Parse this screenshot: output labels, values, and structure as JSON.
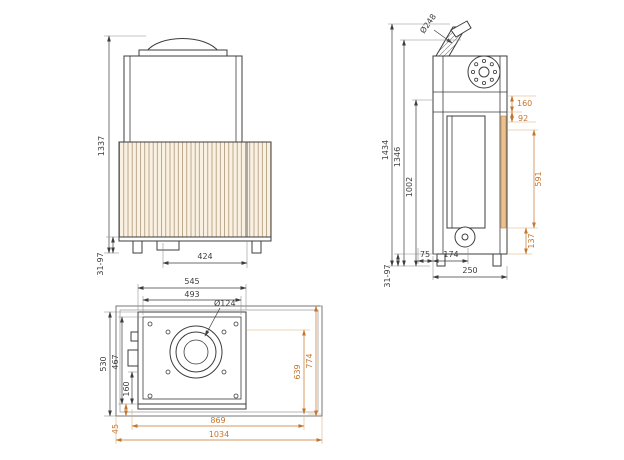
{
  "drawing": {
    "type": "technical-drawing",
    "subject": "corner fireplace insert - three orthographic views with dimensions (mm)",
    "colors": {
      "line": "#3d3d3d",
      "dimension": "#3d3d3d",
      "dimension_accent": "#c4752c",
      "panel_fill": "#faf1e2",
      "accent_strip": "#efc089"
    },
    "front_view": {
      "height_total": "1337",
      "foot_adjust_range": "31-97",
      "width": "424"
    },
    "side_view": {
      "flue_diameter": "Ø248",
      "height_overall": "1434",
      "height_body": "1346",
      "height_mid": "1002",
      "top_offset": "160",
      "collar_offset": "92",
      "glass_height": "591",
      "plinth_height": "137",
      "front_offset": "75",
      "depth_inner": "174",
      "depth_base": "250",
      "foot_adjust_range": "31-97"
    },
    "plan_view": {
      "width_outer": "545",
      "width_inner": "493",
      "flue_diameter": "Ø124",
      "depth_outer": "530",
      "depth_inner": "467",
      "side_offset": "160",
      "edge_offset": "45",
      "bench_depth_inner": "639",
      "bench_depth_outer": "774",
      "bench_width_inner": "869",
      "bench_width_outer": "1034"
    }
  }
}
